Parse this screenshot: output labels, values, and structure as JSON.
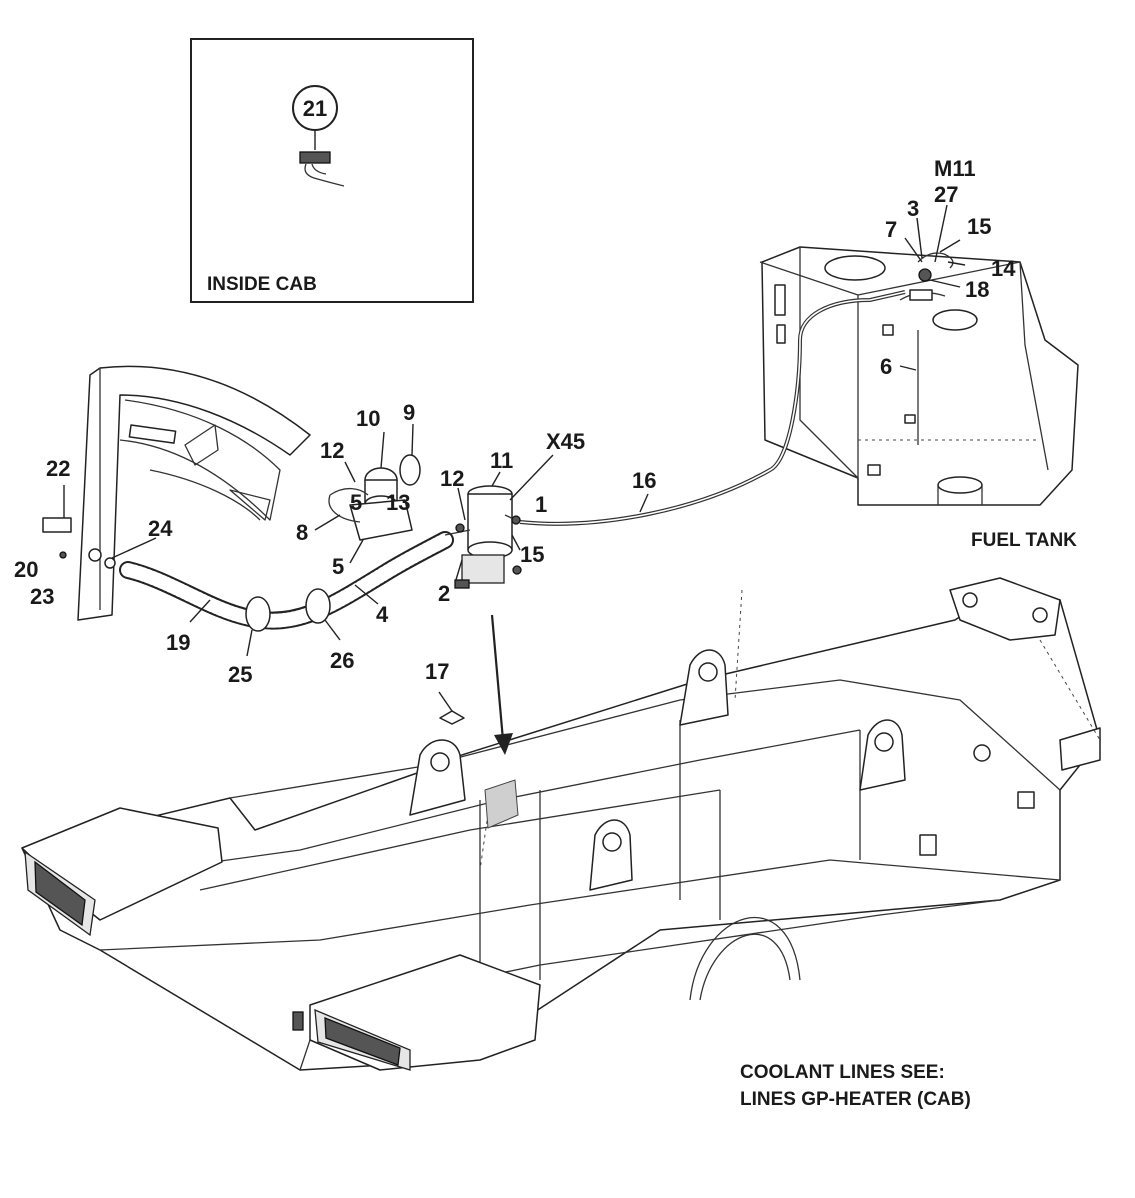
{
  "inset": {
    "caption": "INSIDE CAB",
    "part": "21"
  },
  "fuel_tank": {
    "caption": "FUEL TANK"
  },
  "note": {
    "line1": "COOLANT LINES SEE:",
    "line2": "LINES GP-HEATER (CAB)"
  },
  "callouts": {
    "c1": "1",
    "c2": "2",
    "c3": "3",
    "c4": "4",
    "c5a": "5",
    "c5b": "5",
    "c6": "6",
    "c7": "7",
    "c8": "8",
    "c9": "9",
    "c10": "10",
    "c11": "11",
    "c12a": "12",
    "c12b": "12",
    "c13": "13",
    "c14": "14",
    "c15a": "15",
    "c15b": "15",
    "c16": "16",
    "c17": "17",
    "c18": "18",
    "c19": "19",
    "c20": "20",
    "c22": "22",
    "c23": "23",
    "c24": "24",
    "c25": "25",
    "c26": "26",
    "c27": "27",
    "m11": "M11",
    "x45": "X45"
  }
}
